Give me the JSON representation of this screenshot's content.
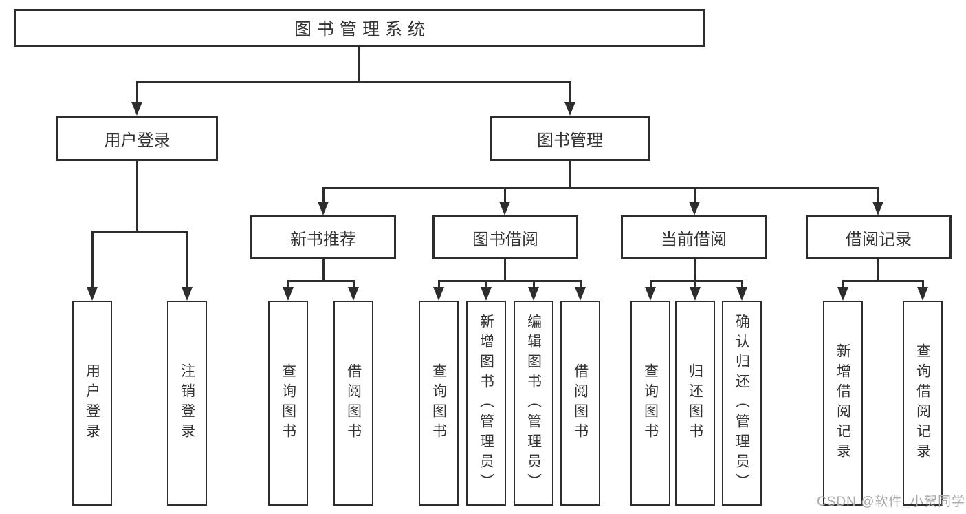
{
  "diagram": {
    "root": "图书管理系统",
    "level2": {
      "user_login": "用户登录",
      "book_management": "图书管理"
    },
    "level3": {
      "new_book_recommend": "新书推荐",
      "book_borrowing": "图书借阅",
      "current_borrowing": "当前借阅",
      "borrowing_records": "借阅记录"
    },
    "leaves": {
      "user_login": [
        "用户登录",
        "注销登录"
      ],
      "new_book_recommend": [
        "查询图书",
        "借阅图书"
      ],
      "book_borrowing": [
        "查询图书",
        "新增图书（管理员）",
        "编辑图书（管理员）",
        "借阅图书"
      ],
      "current_borrowing": [
        "查询图书",
        "归还图书",
        "确认归还（管理员）"
      ],
      "borrowing_records": [
        "新增借阅记录",
        "查询借阅记录"
      ]
    }
  },
  "watermark": {
    "text": "CSDN @软件_小贺同学"
  },
  "colors": {
    "line": "#2d2d2d",
    "text": "#333333",
    "watermark": "#a9a9a9",
    "background": "#ffffff"
  }
}
